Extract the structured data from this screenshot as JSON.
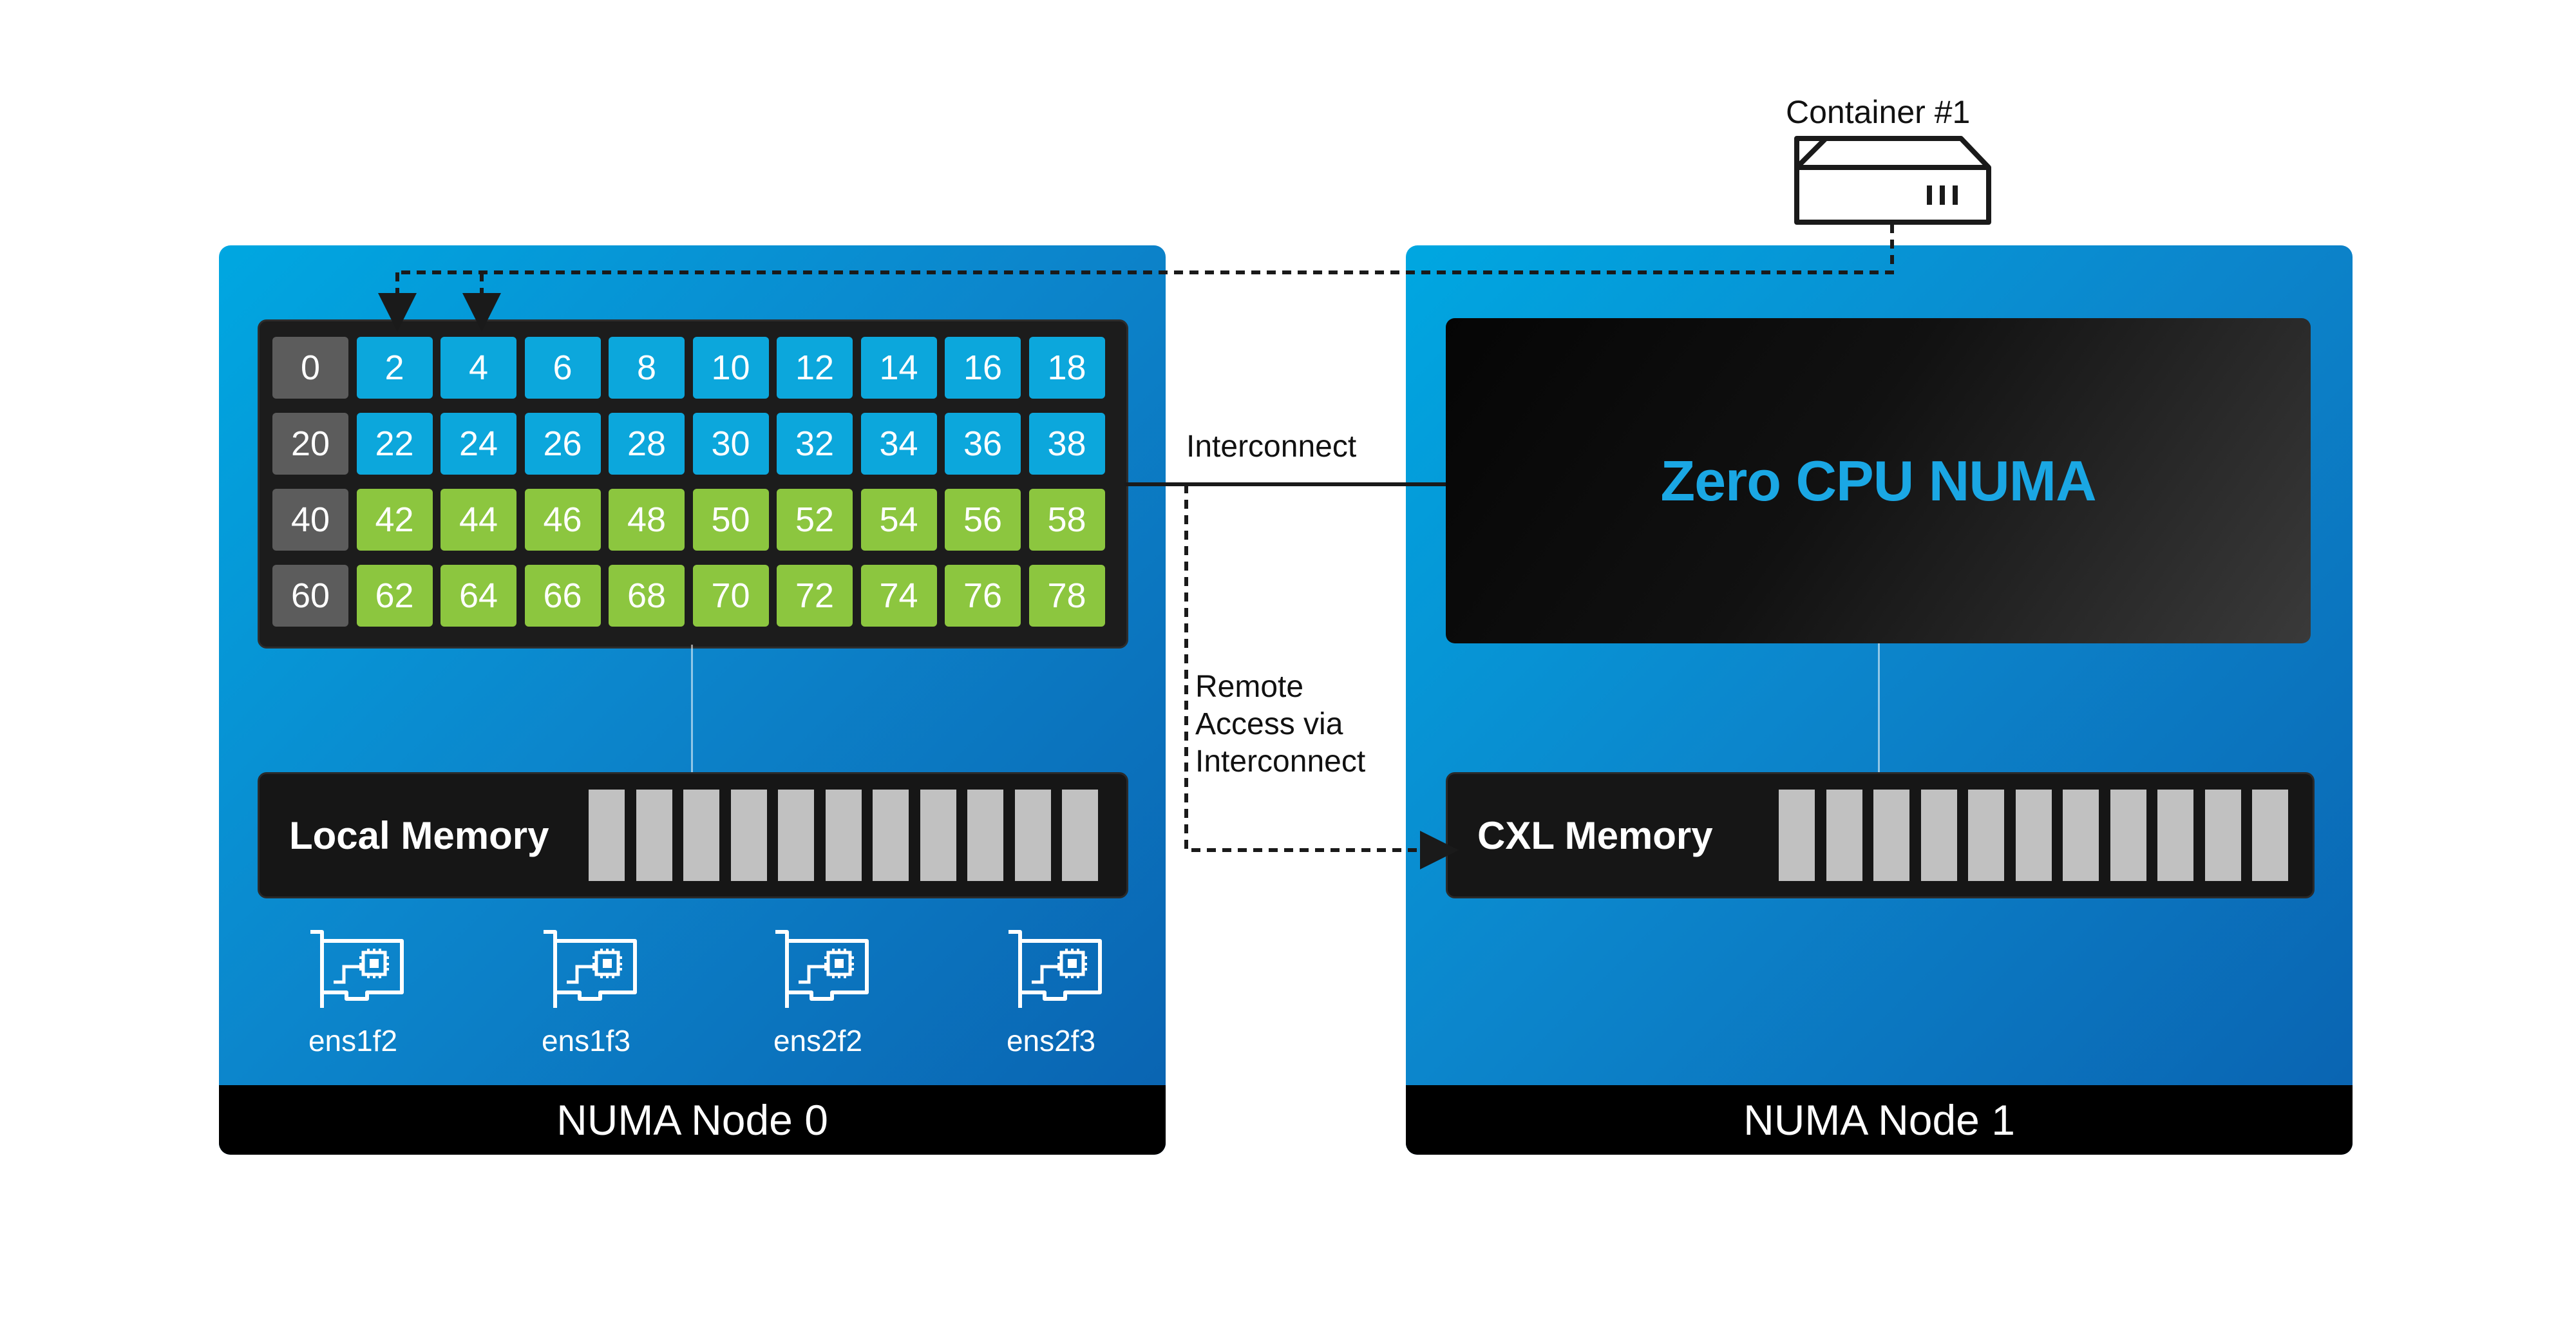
{
  "container": {
    "label": "Container #1"
  },
  "interconnect": {
    "label": "Interconnect"
  },
  "remote_access": {
    "line1": "Remote",
    "line2": "Access via",
    "line3": "Interconnect"
  },
  "node0": {
    "title": "NUMA Node 0",
    "cpu_rows": [
      [
        "0",
        "2",
        "4",
        "6",
        "8",
        "10",
        "12",
        "14",
        "16",
        "18"
      ],
      [
        "20",
        "22",
        "24",
        "26",
        "28",
        "30",
        "32",
        "34",
        "36",
        "38"
      ],
      [
        "40",
        "42",
        "44",
        "46",
        "48",
        "50",
        "52",
        "54",
        "56",
        "58"
      ],
      [
        "60",
        "62",
        "64",
        "66",
        "68",
        "70",
        "72",
        "74",
        "76",
        "78"
      ]
    ],
    "row_colors": [
      "blue",
      "blue",
      "green",
      "green"
    ],
    "memory_label": "Local Memory",
    "memory_sticks": 11,
    "nics": [
      "ens1f2",
      "ens1f3",
      "ens2f2",
      "ens2f3"
    ]
  },
  "node1": {
    "title": "NUMA Node 1",
    "zero_cpu_label": "Zero CPU NUMA",
    "memory_label": "CXL Memory",
    "memory_sticks": 11
  },
  "colors": {
    "node_bg": "#0c86cc",
    "cpu_blue": "#0ca7dc",
    "cpu_green": "#8cc63f",
    "cpu_gray": "#5c5c5c",
    "zero_cpu_text": "#1aa7e4"
  },
  "icons": {
    "container": "server-box-icon",
    "nic": "network-card-icon"
  }
}
